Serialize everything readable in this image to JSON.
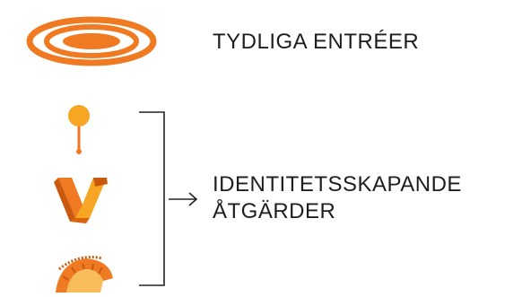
{
  "legend": {
    "entrances": {
      "label": "TYDLIGA ENTRÉER",
      "icon": "concentric-rings-icon"
    },
    "identity": {
      "label_line1": "IDENTITETSSKAPANDE",
      "label_line2": "ÅTGÄRDER",
      "icons": [
        "map-pin-icon",
        "v-monument-icon",
        "arched-bridge-icon"
      ]
    }
  },
  "colors": {
    "orange": "#f07a22",
    "orange_light": "#f6a623",
    "orange_dark": "#c9590f",
    "line": "#222222"
  }
}
